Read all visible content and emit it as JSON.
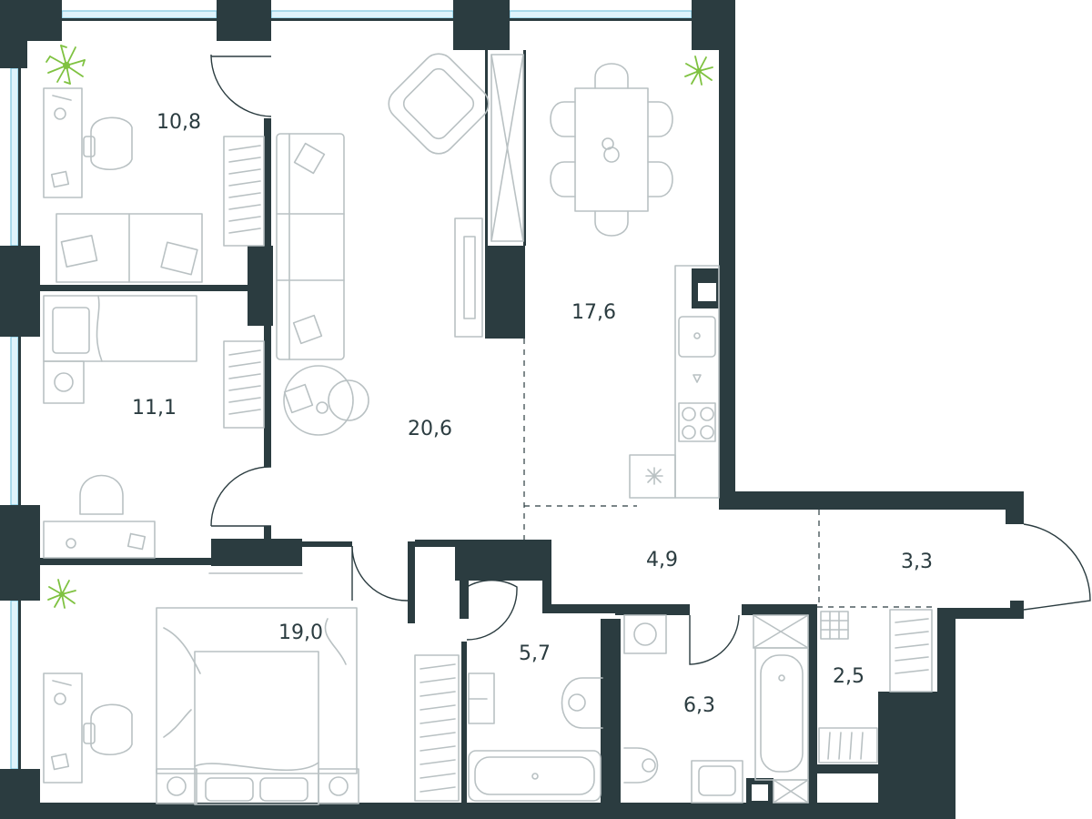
{
  "rooms": [
    {
      "id": "bedroom-1",
      "area": "10,8"
    },
    {
      "id": "bedroom-2",
      "area": "11,1"
    },
    {
      "id": "living-room",
      "area": "20,6"
    },
    {
      "id": "kitchen",
      "area": "17,6"
    },
    {
      "id": "master-bedroom",
      "area": "19,0"
    },
    {
      "id": "bathroom-1",
      "area": "5,7"
    },
    {
      "id": "bathroom-2",
      "area": "6,3"
    },
    {
      "id": "hallway",
      "area": "4,9"
    },
    {
      "id": "entry",
      "area": "3,3"
    },
    {
      "id": "storage",
      "area": "2,5"
    }
  ],
  "colors": {
    "wall": "#2b3c40",
    "furniture": "#b9c1c3",
    "plant": "#8cc63f",
    "window": "#7cc6e0"
  }
}
